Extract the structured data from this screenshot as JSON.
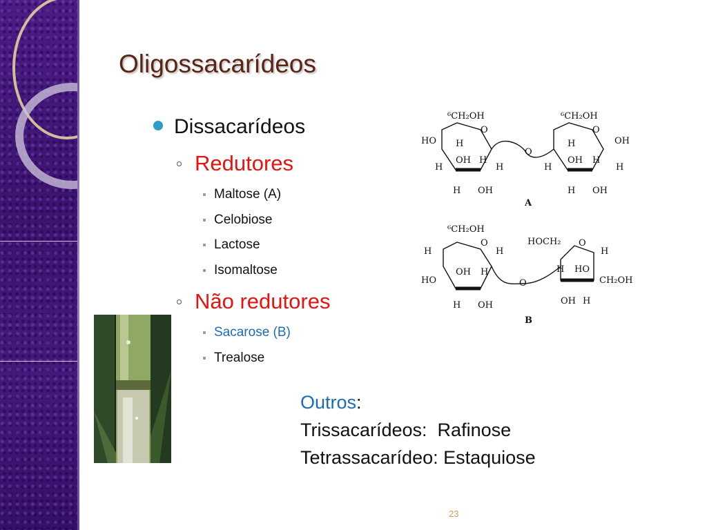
{
  "slide": {
    "title": "Oligossacarídeos",
    "level1": {
      "label": "Dissacarídeos"
    },
    "group_reducing": {
      "label": "Redutores",
      "items": [
        "Maltose (A)",
        "Celobiose",
        "Lactose",
        "Isomaltose"
      ]
    },
    "group_nonreducing": {
      "label": "Não redutores",
      "items": [
        "Sacarose (B)",
        "Trealose"
      ]
    },
    "others": {
      "label": "Outros",
      "colon": ":",
      "line1": "Trissacarídeos:  Rafinose",
      "line2": "Tetrassacarídeo: Estaquiose"
    },
    "page_number": "23"
  },
  "figure": {
    "label_a": "A",
    "label_b": "B"
  },
  "colors": {
    "title": "#5b2414",
    "bullet_dot": "#2f9bc7",
    "subheading": "#e8130f",
    "link_blue": "#1c6cb5",
    "sidebar": "#3b1370",
    "page_number": "#c8a45a"
  }
}
